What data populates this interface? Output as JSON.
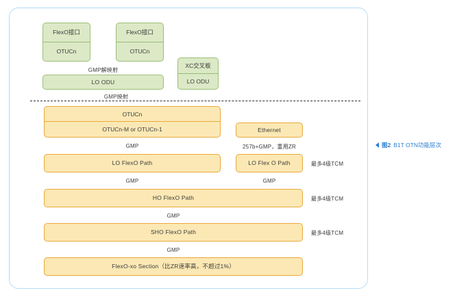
{
  "figure": {
    "caption_marker": "◀",
    "caption_number": "图2",
    "caption_text": "B1T OTN功能层次",
    "accent_color": "#2b7fd4",
    "frame_border_color": "#b3ddf7"
  },
  "palette": {
    "green_fill": "#dbe9c6",
    "green_border": "#9bbf76",
    "orange_fill": "#fbe8b4",
    "orange_border": "#e9a93b",
    "divider_color": "#2b2b2b",
    "text_color": "#3b3b3b"
  },
  "client_domain": {
    "flexo_interface_1": {
      "top": "FlexO接口",
      "bottom": "OTUCn"
    },
    "flexo_interface_2": {
      "top": "FlexO接口",
      "bottom": "OTUCn"
    },
    "xc_board": {
      "top": "XC交叉板",
      "bottom": "LO ODU"
    },
    "lo_odu_wide": "LO ODU",
    "gmp_demap_label": "GMP解映射",
    "gmp_map_label": "GMP映射"
  },
  "transport_domain": {
    "otucn_stack": {
      "top": "OTUCn",
      "bottom": "OTUCn-M or OTUCn-1"
    },
    "ethernet": "Ethernet",
    "gmp_left_1": "GMP",
    "adaptation_right_1": "257b+GMP，重用ZR",
    "lo_flexo_path_left": "LO FlexO Path",
    "lo_flexo_path_right": "LO Flex O Path",
    "tcm_lo": "最多4级TCM",
    "gmp_left_2": "GMP",
    "gmp_right_2": "GMP",
    "ho_flexo_path": "HO FlexO Path",
    "tcm_ho": "最多4级TCM",
    "gmp_left_3": "GMP",
    "sho_flexo_path": "SHO FlexO Path",
    "tcm_sho": "最多4级TCM",
    "gmp_left_4": "GMP",
    "flexo_xo_section": "FlexO-xo Section（比ZR速率高，不超过1%）"
  }
}
